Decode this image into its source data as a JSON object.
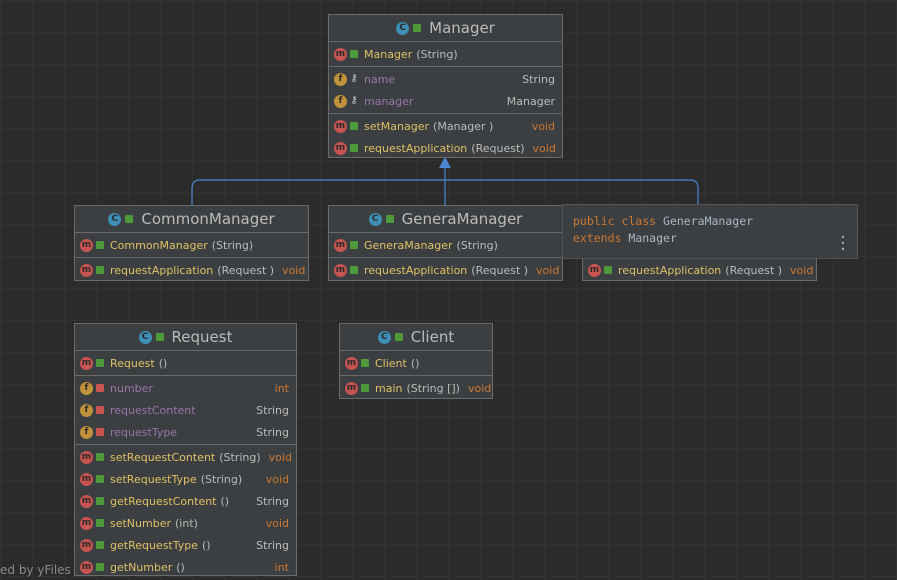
{
  "manager": {
    "name": "Manager",
    "rows": [
      {
        "kind": "m",
        "vis": "pub",
        "name": "Manager",
        "params": "(String)",
        "ret": ""
      },
      {
        "kind": "f",
        "vis": "pkg",
        "name": "name",
        "params": "",
        "ret": "String"
      },
      {
        "kind": "f",
        "vis": "pkg",
        "name": "manager",
        "params": "",
        "ret": "Manager"
      },
      {
        "kind": "m",
        "vis": "pub",
        "name": "setManager",
        "params": "(Manager )",
        "ret": "void"
      },
      {
        "kind": "m",
        "vis": "pub",
        "name": "requestApplication",
        "params": "(Request)",
        "ret": "void"
      }
    ]
  },
  "common": {
    "name": "CommonManager",
    "rows": [
      {
        "kind": "m",
        "vis": "pub",
        "name": "CommonManager",
        "params": "(String)",
        "ret": ""
      },
      {
        "kind": "m",
        "vis": "pub",
        "name": "requestApplication",
        "params": "(Request )",
        "ret": "void"
      }
    ]
  },
  "genera": {
    "name": "GeneraManager",
    "rows": [
      {
        "kind": "m",
        "vis": "pub",
        "name": "GeneraManager",
        "params": "(String)",
        "ret": ""
      },
      {
        "kind": "m",
        "vis": "pub",
        "name": "requestApplication",
        "params": "(Request )",
        "ret": "void"
      }
    ]
  },
  "third": {
    "rows": [
      {
        "kind": "m",
        "vis": "pub",
        "name": "requestApplication",
        "params": "(Request )",
        "ret": "void"
      }
    ]
  },
  "request": {
    "name": "Request",
    "rows": [
      {
        "kind": "m",
        "vis": "pub",
        "name": "Request",
        "params": "()",
        "ret": ""
      },
      {
        "kind": "f",
        "vis": "priv",
        "name": "number",
        "params": "",
        "ret": "int"
      },
      {
        "kind": "f",
        "vis": "priv",
        "name": "requestContent",
        "params": "",
        "ret": "String"
      },
      {
        "kind": "f",
        "vis": "priv",
        "name": "requestType",
        "params": "",
        "ret": "String"
      },
      {
        "kind": "m",
        "vis": "pub",
        "name": "setRequestContent",
        "params": "(String)",
        "ret": "void"
      },
      {
        "kind": "m",
        "vis": "pub",
        "name": "setRequestType",
        "params": "(String)",
        "ret": "void"
      },
      {
        "kind": "m",
        "vis": "pub",
        "name": "getRequestContent",
        "params": "()",
        "ret": "String"
      },
      {
        "kind": "m",
        "vis": "pub",
        "name": "setNumber",
        "params": "(int)",
        "ret": "void"
      },
      {
        "kind": "m",
        "vis": "pub",
        "name": "getRequestType",
        "params": "()",
        "ret": "String"
      },
      {
        "kind": "m",
        "vis": "pub",
        "name": "getNumber",
        "params": "()",
        "ret": "int"
      }
    ]
  },
  "client": {
    "name": "Client",
    "rows": [
      {
        "kind": "m",
        "vis": "pub",
        "name": "Client",
        "params": "()",
        "ret": ""
      },
      {
        "kind": "m",
        "vis": "pub",
        "name": "main",
        "params": "(String [])",
        "ret": "void"
      }
    ]
  },
  "tooltip": {
    "kw1": "public class",
    "cls": "GeneraManager",
    "kw2": "extends",
    "sup": "Manager"
  },
  "footer": "ed by yFiles",
  "colors": {
    "edge": "#4a88d4",
    "background": "#2b2b2b",
    "node": "#3c3f41"
  }
}
